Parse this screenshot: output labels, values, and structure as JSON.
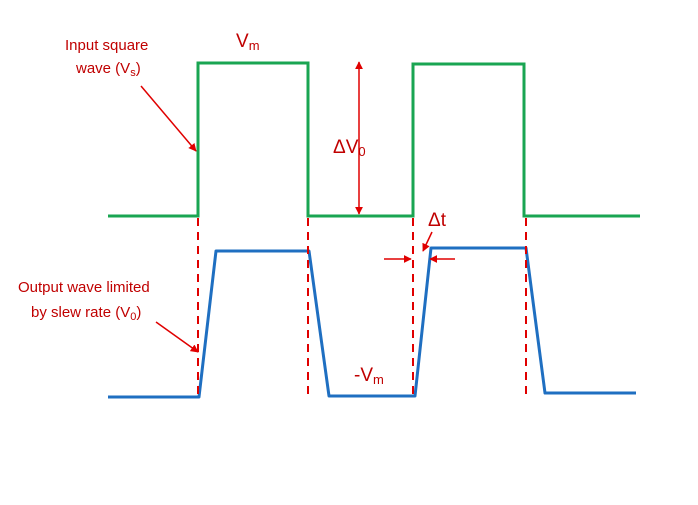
{
  "colors": {
    "input_wave": "#1aa552",
    "output_wave": "#1f6fc1",
    "annotation": "#e00000",
    "label_text": "#c00000"
  },
  "labels": {
    "input_line1": "Input square",
    "input_line2_prefix": "wave (V",
    "input_line2_sub": "s",
    "input_line2_suffix": ")",
    "vm_main": "V",
    "vm_sub": "m",
    "delta_v_main": "ΔV",
    "delta_v_sub": "0",
    "delta_t": "Δt",
    "output_line1": "Output wave limited",
    "output_line2_prefix": "by slew rate (V",
    "output_line2_sub": "0",
    "output_line2_suffix": ")",
    "neg_vm_main": "-V",
    "neg_vm_sub": "m"
  },
  "icons": {
    "arrowheads": "filled-triangle-arrow"
  }
}
